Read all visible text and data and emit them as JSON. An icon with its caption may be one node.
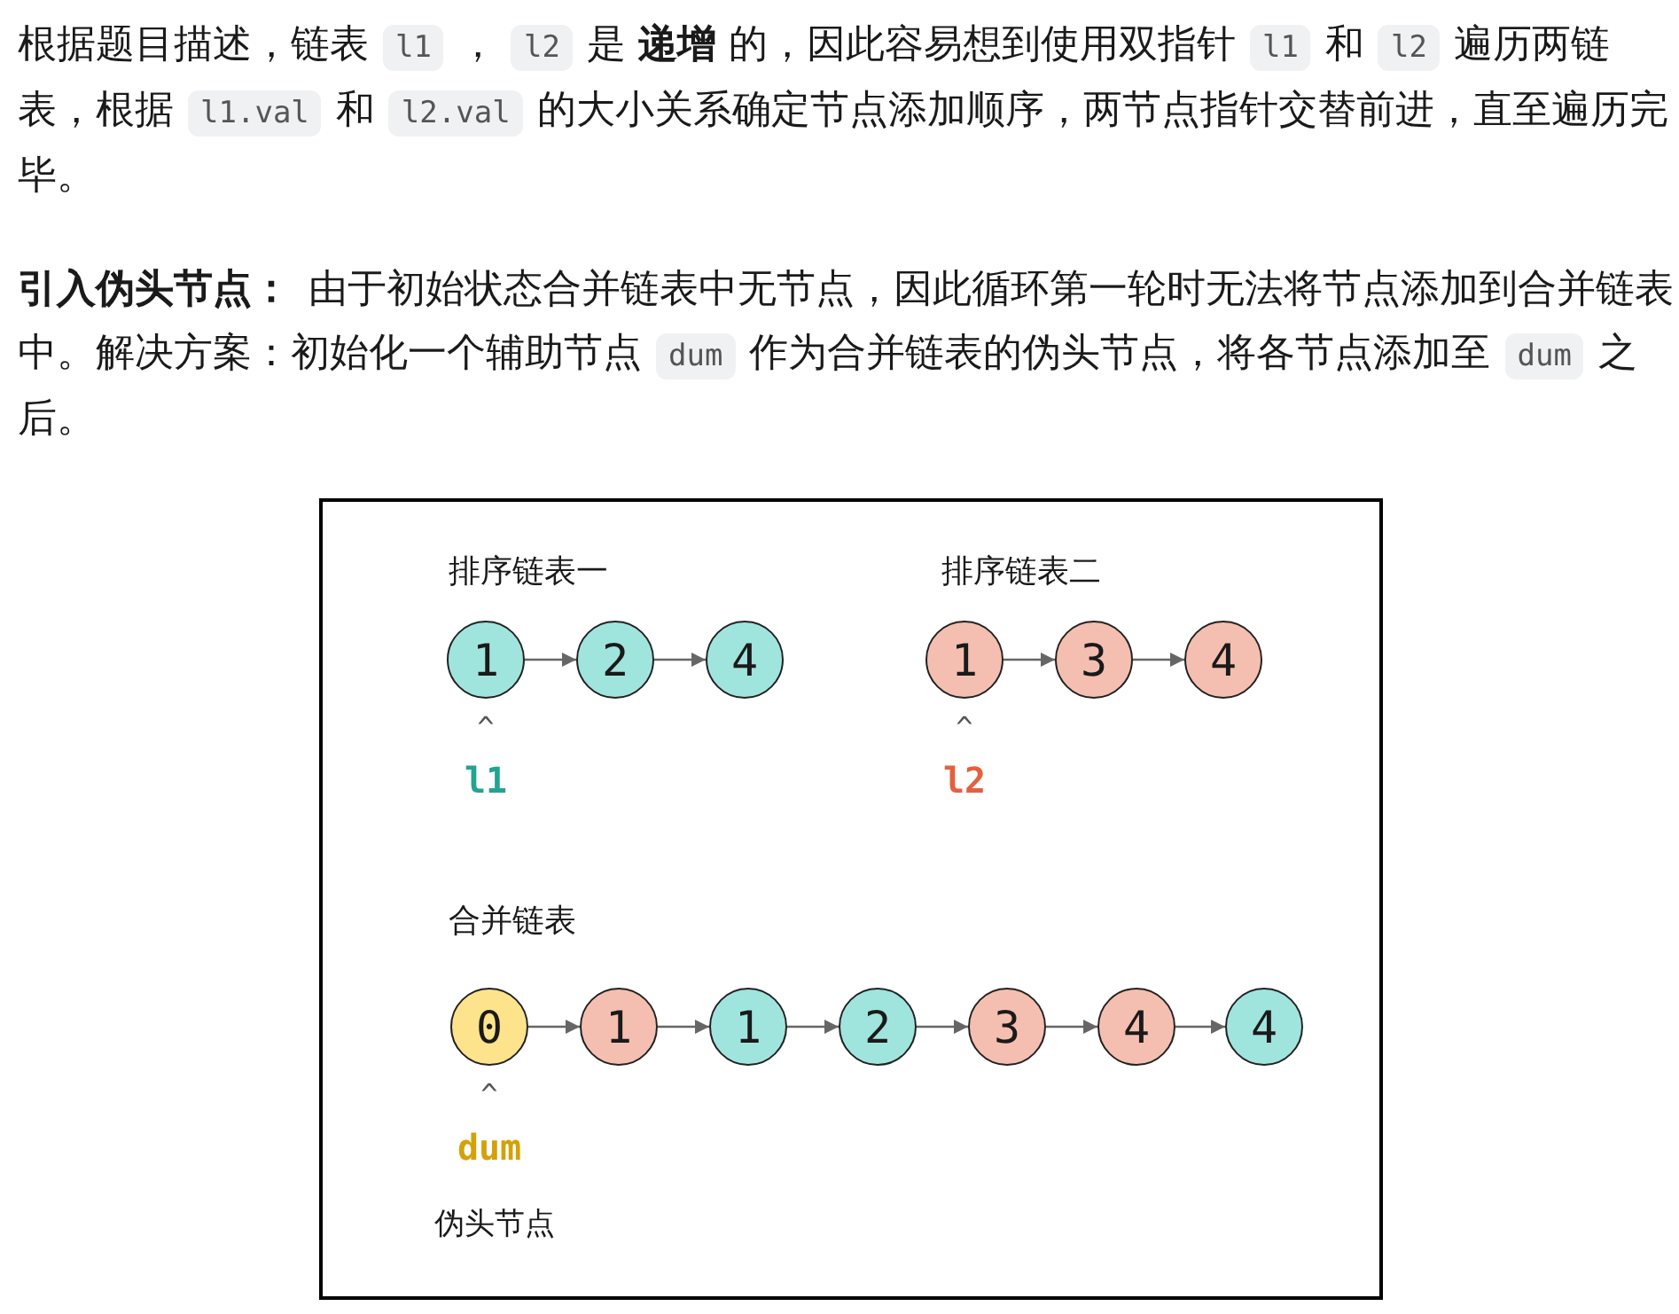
{
  "diagram": {
    "nodes": [
      {
        "text": [
          "1"
        ],
        "beside": [
          "^",
          "l1"
        ]
      },
      {
        "text": [
          "2"
        ]
      },
      {
        "text": [
          "4"
        ]
      },
      {
        "text": [
          "1"
        ],
        "beside": [
          "^",
          "l2"
        ]
      },
      {
        "text": [
          "3"
        ]
      },
      {
        "text": [
          "4"
        ]
      },
      {
        "text": [
          "0"
        ],
        "beside": [
          "^",
          "dum",
          "伪头节点"
        ]
      },
      {
        "text": [
          "1"
        ]
      },
      {
        "text": [
          "1"
        ]
      },
      {
        "text": [
          "2"
        ]
      },
      {
        "text": [
          "3"
        ]
      },
      {
        "text": [
          "4"
        ]
      },
      {
        "text": [
          "4"
        ]
      }
    ],
    "edges": [
      {
        "from": 0,
        "to": 1,
        "arrow": "to"
      },
      {
        "from": 1,
        "to": 2,
        "arrow": "to"
      },
      {
        "from": 3,
        "to": 4,
        "arrow": "to"
      },
      {
        "from": 4,
        "to": 5,
        "arrow": "to"
      },
      {
        "from": 6,
        "to": 7,
        "arrow": "to"
      },
      {
        "from": 7,
        "to": 8,
        "arrow": "to"
      },
      {
        "from": 8,
        "to": 9,
        "arrow": "to"
      },
      {
        "from": 9,
        "to": 10,
        "arrow": "to"
      },
      {
        "from": 10,
        "to": 11,
        "arrow": "to"
      },
      {
        "from": 11,
        "to": 12,
        "arrow": "to"
      }
    ],
    "labels": [
      "根据题目描述，链表",
      "l1",
      "，",
      "l2",
      "是 **递增** 的，因此容易想到使用双指针",
      "l1",
      "和",
      "l2",
      "遍历两链表，根据",
      "l1.val",
      "和",
      "l2.val",
      "的大小关系确定节点添加顺序，两节点指针交替前进，直至遍历完毕。",
      "引入伪头节点：",
      "由于初始状态合并链表中无节点，因此循环第一轮时无法将节点添加到合并链表中。解决方案：初始化一个辅助节点",
      "dum",
      "作为合并链表的伪头节点，将各节点添加至",
      "dum",
      "之后。",
      "排序链表一",
      "排序链表二",
      "合并链表"
    ]
  }
}
